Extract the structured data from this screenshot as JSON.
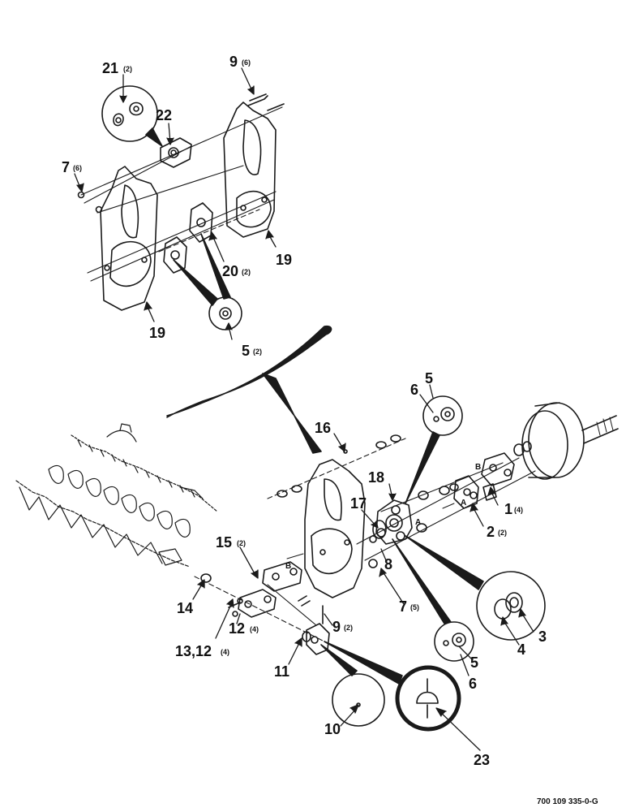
{
  "callouts": {
    "c21": {
      "num": "21",
      "qty": "(2)"
    },
    "c22": {
      "num": "22",
      "qty": ""
    },
    "c9a": {
      "num": "9",
      "qty": "(6)"
    },
    "c7a": {
      "num": "7",
      "qty": "(6)"
    },
    "c20": {
      "num": "20",
      "qty": "(2)"
    },
    "c19a": {
      "num": "19",
      "qty": ""
    },
    "c19b": {
      "num": "19",
      "qty": ""
    },
    "c5a": {
      "num": "5",
      "qty": "(2)"
    },
    "c16": {
      "num": "16",
      "qty": ""
    },
    "c6a": {
      "num": "6",
      "qty": ""
    },
    "c5b": {
      "num": "5",
      "qty": ""
    },
    "c18": {
      "num": "18",
      "qty": ""
    },
    "c17": {
      "num": "17",
      "qty": ""
    },
    "c1": {
      "num": "1",
      "qty": "(4)"
    },
    "c2": {
      "num": "2",
      "qty": "(2)"
    },
    "c8": {
      "num": "8",
      "qty": ""
    },
    "c15": {
      "num": "15",
      "qty": "(2)"
    },
    "c7b": {
      "num": "7",
      "qty": "(5)"
    },
    "c14": {
      "num": "14",
      "qty": ""
    },
    "c12": {
      "num": "12",
      "qty": "(4)"
    },
    "c9b": {
      "num": "9",
      "qty": "(2)"
    },
    "c13": {
      "num": "13,12",
      "qty": "(4)"
    },
    "c3": {
      "num": "3",
      "qty": ""
    },
    "c4": {
      "num": "4",
      "qty": ""
    },
    "c11": {
      "num": "11",
      "qty": ""
    },
    "c5c": {
      "num": "5",
      "qty": ""
    },
    "c6b": {
      "num": "6",
      "qty": ""
    },
    "c10": {
      "num": "10",
      "qty": ""
    },
    "c23": {
      "num": "23",
      "qty": ""
    }
  },
  "small_letters": {
    "b1": "B",
    "a1": "A",
    "a2": "A",
    "b2": "B"
  },
  "drawing_number": "700 109 335-0-G"
}
